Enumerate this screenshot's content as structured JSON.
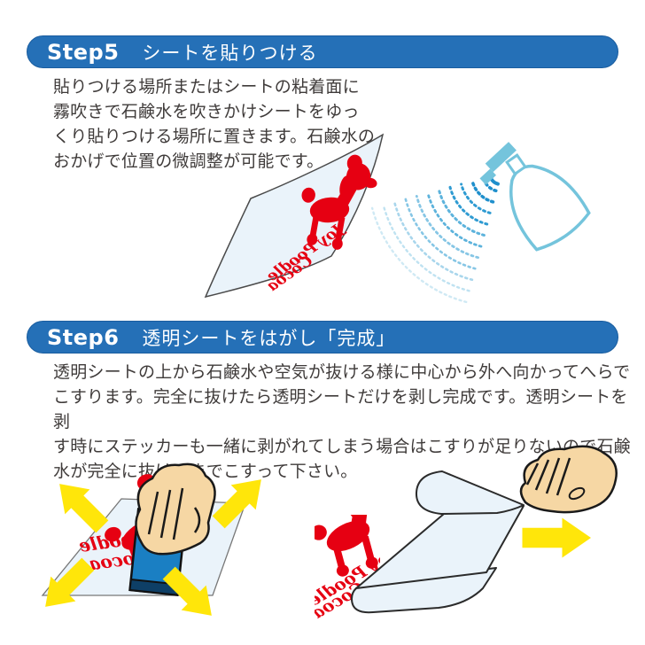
{
  "step5": {
    "label": "Step5",
    "title": "シートを貼りつける",
    "body": "貼りつける場所またはシートの粘着面に\n霧吹きで石鹸水を吹きかけシートをゆっ\nくり貼りつける場所に置きます。石鹸水の\nおかげで位置の微調整が可能です。"
  },
  "step6": {
    "label": "Step6",
    "title": "透明シートをはがし「完成」",
    "body": "透明シートの上から石鹸水や空気が抜ける様に中心から外へ向かってへらで\nこすります。完全に抜けたら透明シートだけを剥し完成です。透明シートを剥\nす時にステッカーも一緒に剥がれてしまう場合はこすりが足りないので石鹸\n水が完全に抜けるまでこすって下さい。"
  },
  "sticker": {
    "line1": "Joy Poodle",
    "line2": "Cocoa"
  },
  "illustrations": {
    "step5_scene": "sheet-with-poodle-sticker-and-spray-bottle",
    "step6_left_scene": "hand-squeegee-rubbing-sheet-with-outward-arrows",
    "step6_right_scene": "hand-peeling-transparent-sheet"
  },
  "colors": {
    "banner_blue": "#2570b7",
    "body_text": "#3f3b3a",
    "sticker_red": "#e60012",
    "sheet_blue": "#eaf3fa",
    "arrow_yellow": "#ffe60a",
    "squeegee_blue": "#1a7fc3",
    "skin": "#f6d7a4",
    "spray_blue": "#74c4dc"
  }
}
